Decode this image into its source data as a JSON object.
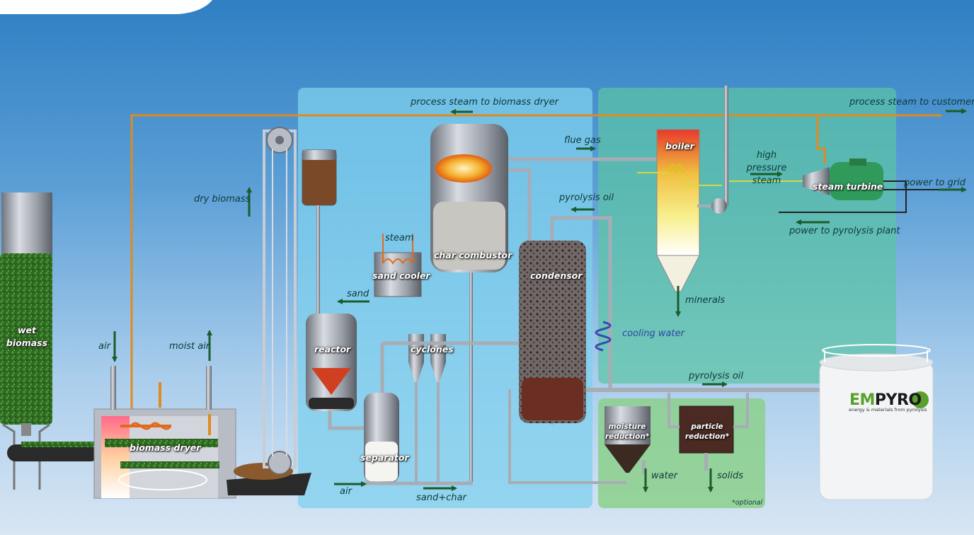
{
  "colors": {
    "process_panel": "#7fd0ee",
    "power_panel": "#5bc4a4",
    "post_panel": "#8cd08c",
    "steam_line": "#e08a20",
    "arrow": "#1a5c2c",
    "steel": "#a8acb4"
  },
  "labels": {
    "process_steam_dryer": "process steam to biomass dryer",
    "process_steam_customer": "process steam to customer",
    "flue_gas": "flue gas",
    "boiler": "boiler",
    "high_pressure_steam": "high pressure steam",
    "steam_turbine": "steam turbine",
    "power_to_grid": "power to grid",
    "power_to_pyrolysis": "power to pyrolysis plant",
    "dry_biomass": "dry biomass",
    "pyrolysis_oil_top": "pyrolysis oil",
    "steam": "steam",
    "sand_cooler": "sand cooler",
    "char_combustor": "char combustor",
    "condensor": "condensor",
    "sand": "sand",
    "minerals": "minerals",
    "cooling_water": "cooling water",
    "wet_biomass": "wet biomass",
    "air_left": "air",
    "moist_air": "moist air",
    "reactor": "reactor",
    "cyclones": "cyclones",
    "pyrolysis_oil_bottom": "pyrolysis oil",
    "biomass_dryer": "biomass dryer",
    "moisture_reduction": "moisture reduction*",
    "particle_reduction": "particle reduction*",
    "separator": "separator",
    "water": "water",
    "solids": "solids",
    "air_bottom": "air",
    "sand_char": "sand+char",
    "optional": "*optional"
  },
  "logo": {
    "em": "EM",
    "pyro": "PYRO",
    "tagline": "energy & materials from pyrolysis"
  }
}
